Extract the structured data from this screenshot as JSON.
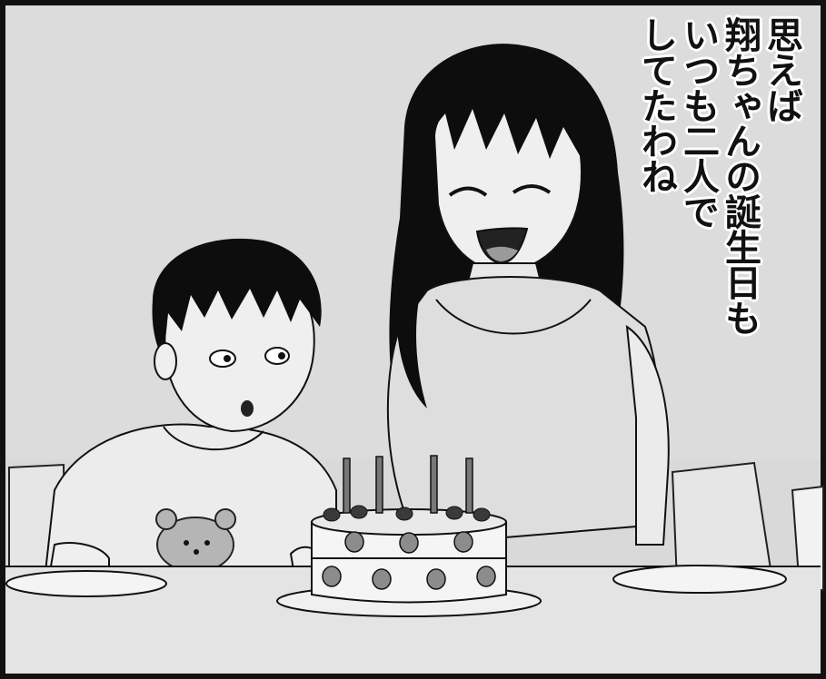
{
  "panel": {
    "speech_lines": [
      "思えば",
      "翔ちゃんの誕生日も",
      "いつも二人で",
      "してたわね"
    ]
  }
}
